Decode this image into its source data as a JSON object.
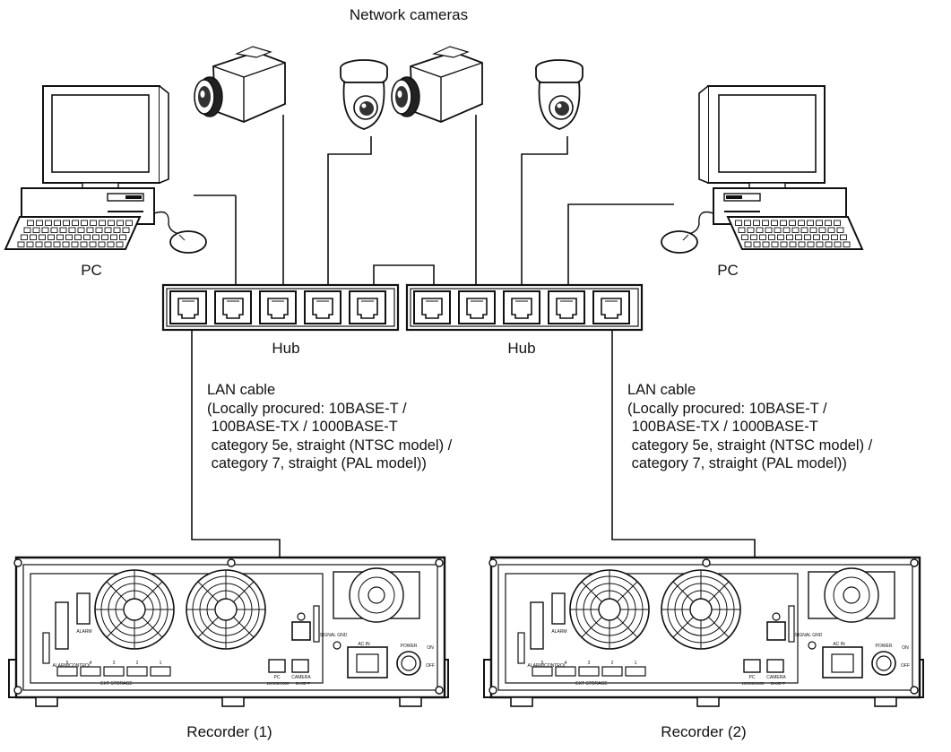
{
  "labels": {
    "network_cameras": "Network cameras",
    "pc_left": "PC",
    "pc_right": "PC",
    "hub_left": "Hub",
    "hub_right": "Hub",
    "recorder_1": "Recorder (1)",
    "recorder_2": "Recorder (2)"
  },
  "lan_cable_note": {
    "title": "LAN cable",
    "lines": [
      "(Locally procured: 10BASE-T /",
      " 100BASE-TX / 1000BASE-T",
      " category 5e, straight (NTSC model) /",
      " category 7, straight (PAL model))"
    ]
  },
  "recorder_panel": {
    "alarm": "ALARM",
    "alarm_control": "ALARM/CONTROL",
    "ext_storage": "EXT STORAGE",
    "signal_gnd": "SIGNAL GND",
    "ac_in": "AC IN",
    "power": "POWER",
    "on": "ON",
    "off": "OFF",
    "pc": "PC",
    "camera": "CAMERA",
    "speed": "10/100/1000",
    "base_t": "BASE-T",
    "storage_ports": [
      "5",
      "4",
      "3",
      "2",
      "1"
    ]
  }
}
